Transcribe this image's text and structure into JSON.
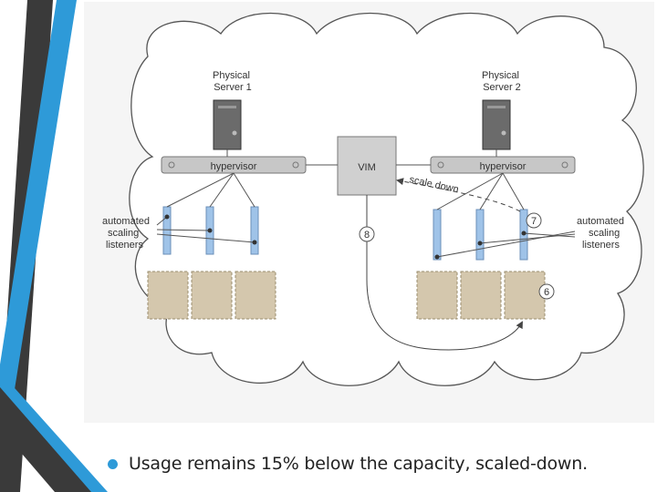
{
  "diagram": {
    "server1_label": [
      "Physical",
      "Server 1"
    ],
    "server2_label": [
      "Physical",
      "Server 2"
    ],
    "hypervisor_left": "hypervisor",
    "hypervisor_right": "hypervisor",
    "vim_label": "VIM",
    "scale_down_label": "scale down",
    "listeners_left": [
      "automated",
      "scaling",
      "listeners"
    ],
    "listeners_right": [
      "automated",
      "scaling",
      "listeners"
    ],
    "step_markers": [
      "8",
      "7",
      "6"
    ]
  },
  "caption": "Usage remains 15% below the capacity, scaled-down.",
  "colors": {
    "accent_blue": "#2e9ad8",
    "accent_dark": "#3a3a3a",
    "server_box": "#d4c7ad",
    "listener_bar": "#9fc3e8"
  }
}
